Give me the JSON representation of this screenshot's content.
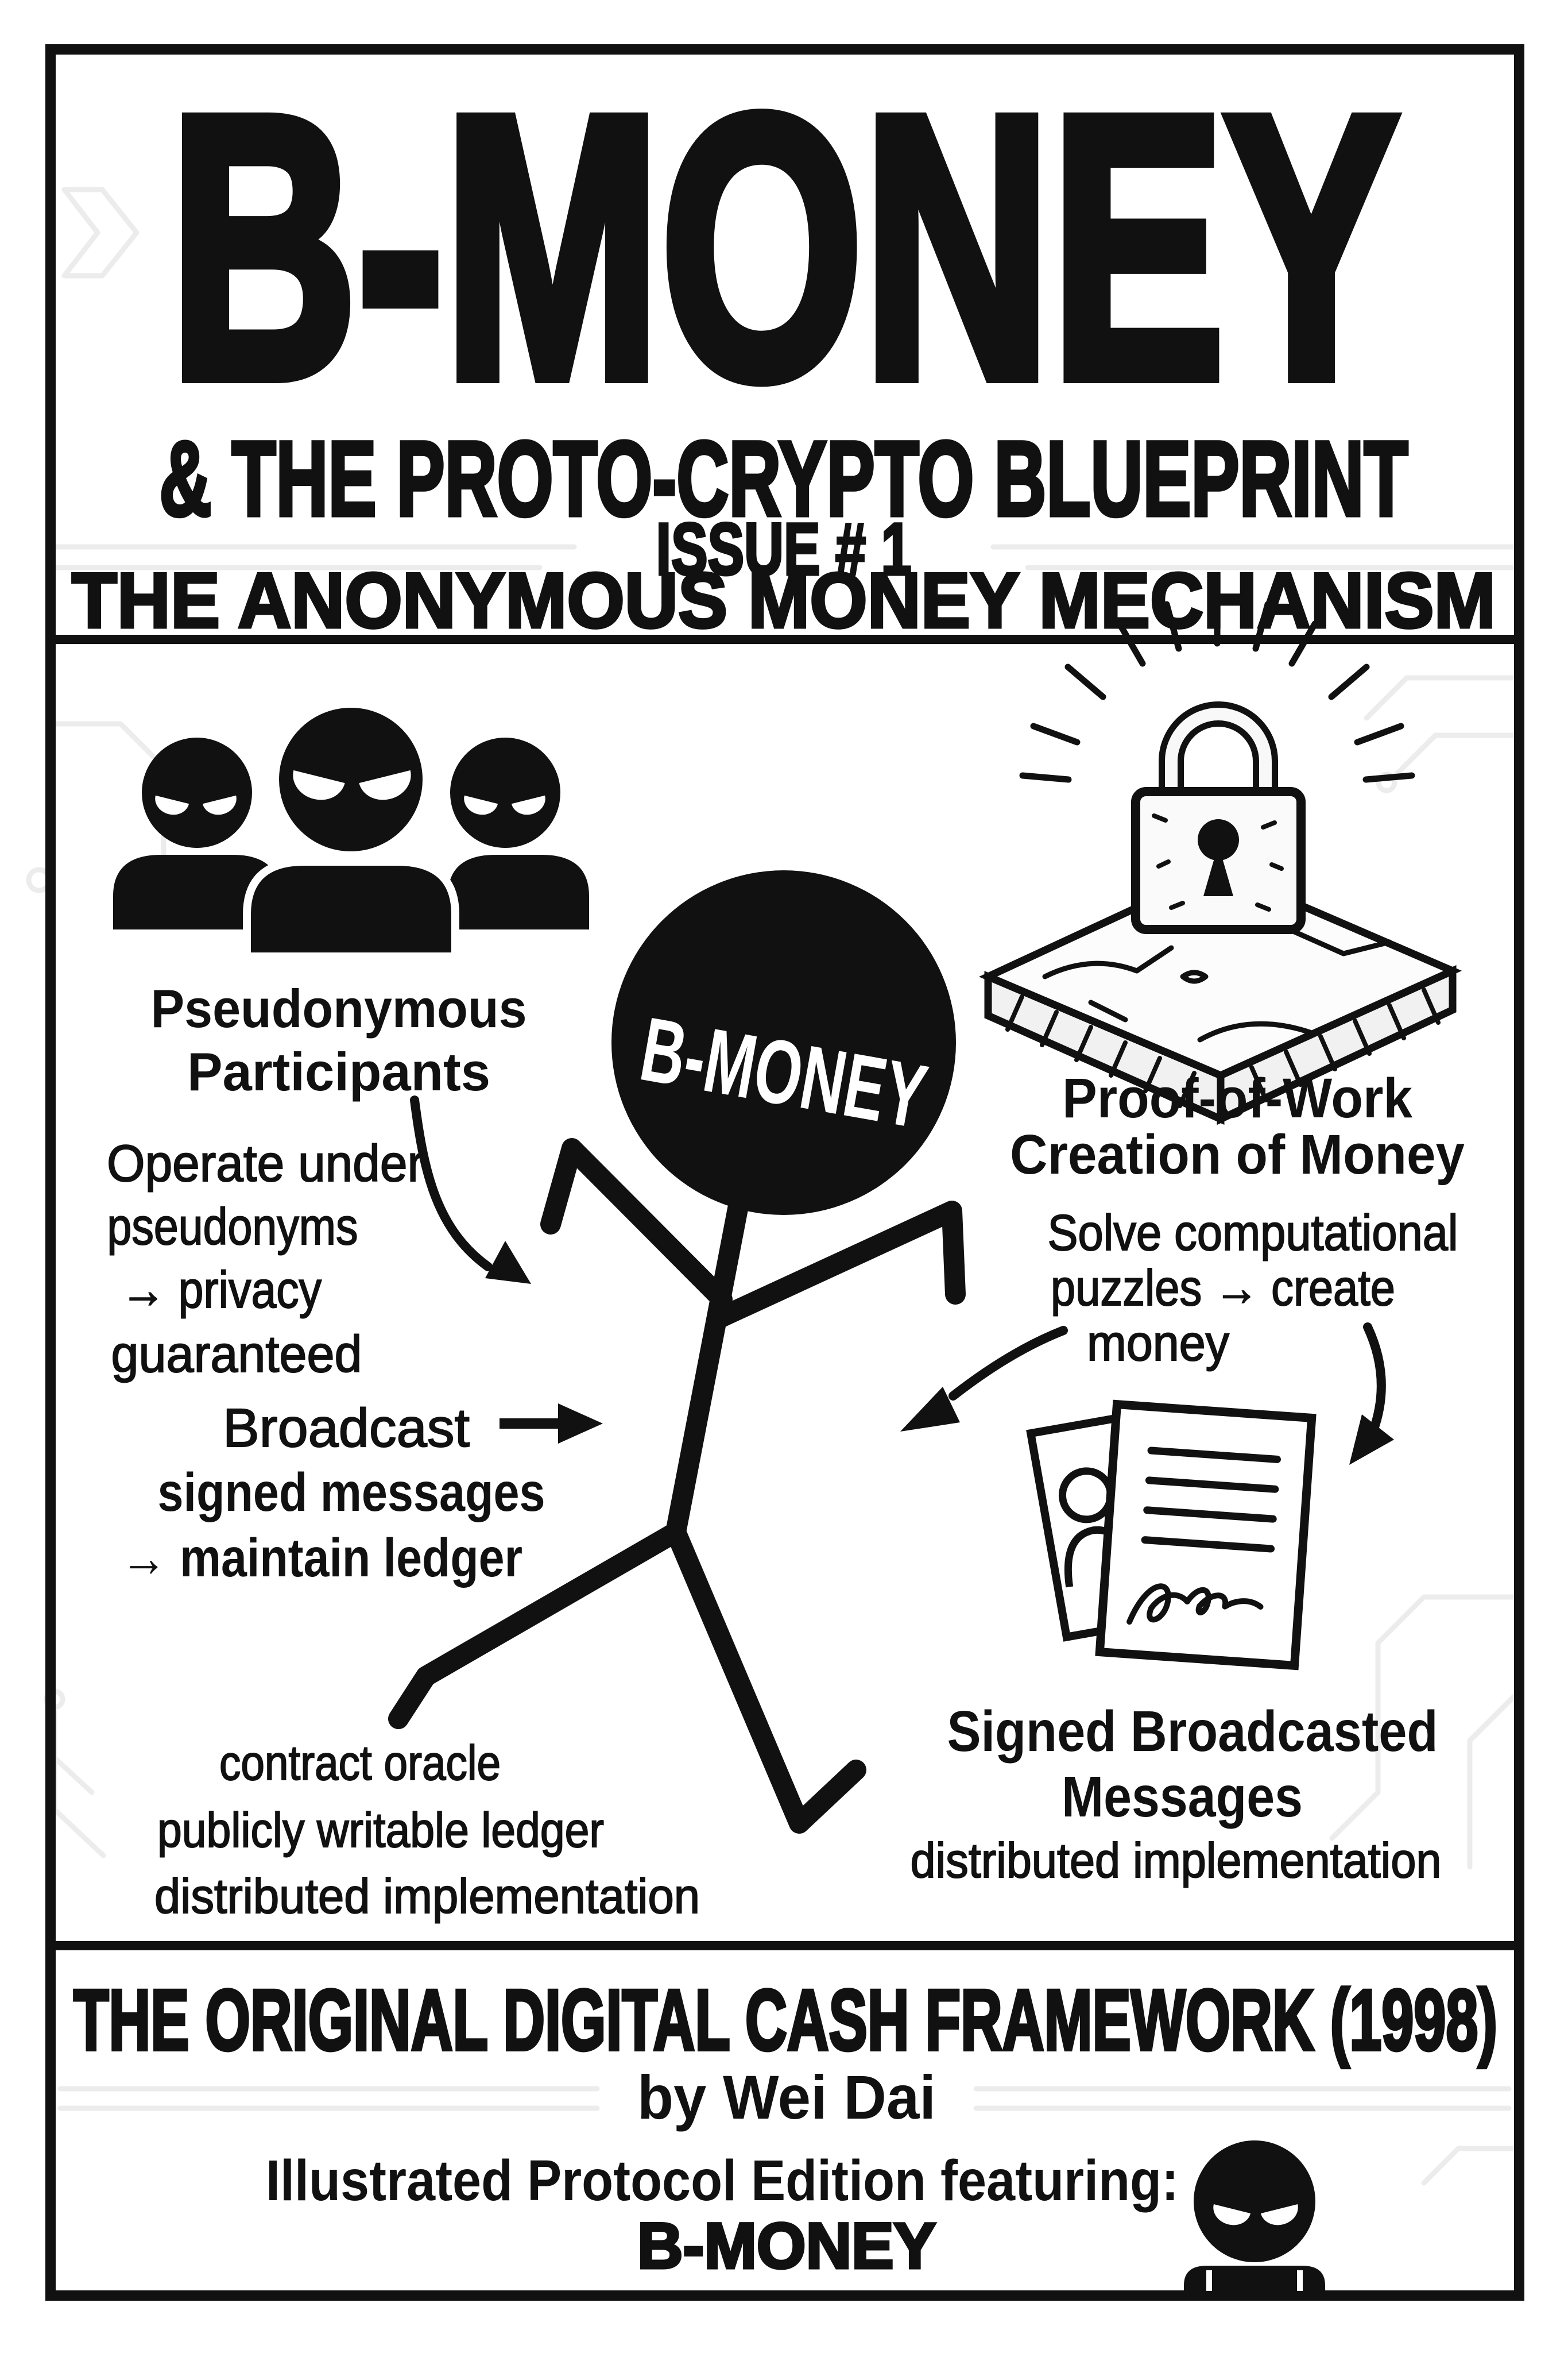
{
  "title_panel": {
    "main_title": "B-MONEY",
    "subtitle": "& THE PROTO-CRYPTO BLUEPRINT",
    "issue": "ISSUE # 1",
    "tagline": "THE ANONYMOUS MONEY MECHANISM"
  },
  "diagram": {
    "participants": {
      "heading_line1": "Pseudonymous",
      "heading_line2": "Participants",
      "note_lines": [
        "Operate under",
        "pseudonyms",
        "→ privacy",
        "guaranteed"
      ],
      "broadcast_label": "Broadcast",
      "broadcast_lines": [
        "signed messages",
        "→ maintain ledger"
      ]
    },
    "bmoney_head_label": "B-MONEY",
    "proof_of_work": {
      "heading_line1": "Proof-of-Work",
      "heading_line2": "Creation of Money",
      "note_lines": [
        "Solve computational",
        "puzzles → create",
        "money"
      ]
    },
    "signed_messages": {
      "heading_line1": "Signed Broadcasted",
      "heading_line2": "Messages",
      "note": "distributed implementation"
    },
    "ledger_notes": [
      "contract oracle",
      "publicly writable ledger",
      "distributed implementation"
    ]
  },
  "footer_panel": {
    "headline": "THE ORIGINAL DIGITAL CASH FRAMEWORK (1998)",
    "byline": "by Wei Dai",
    "edition_line": "Illustrated Protocol Edition featuring:",
    "feature_title": "B-MONEY"
  },
  "colors": {
    "ink": "#111111",
    "paper": "#ffffff",
    "trace": "#ececec"
  }
}
